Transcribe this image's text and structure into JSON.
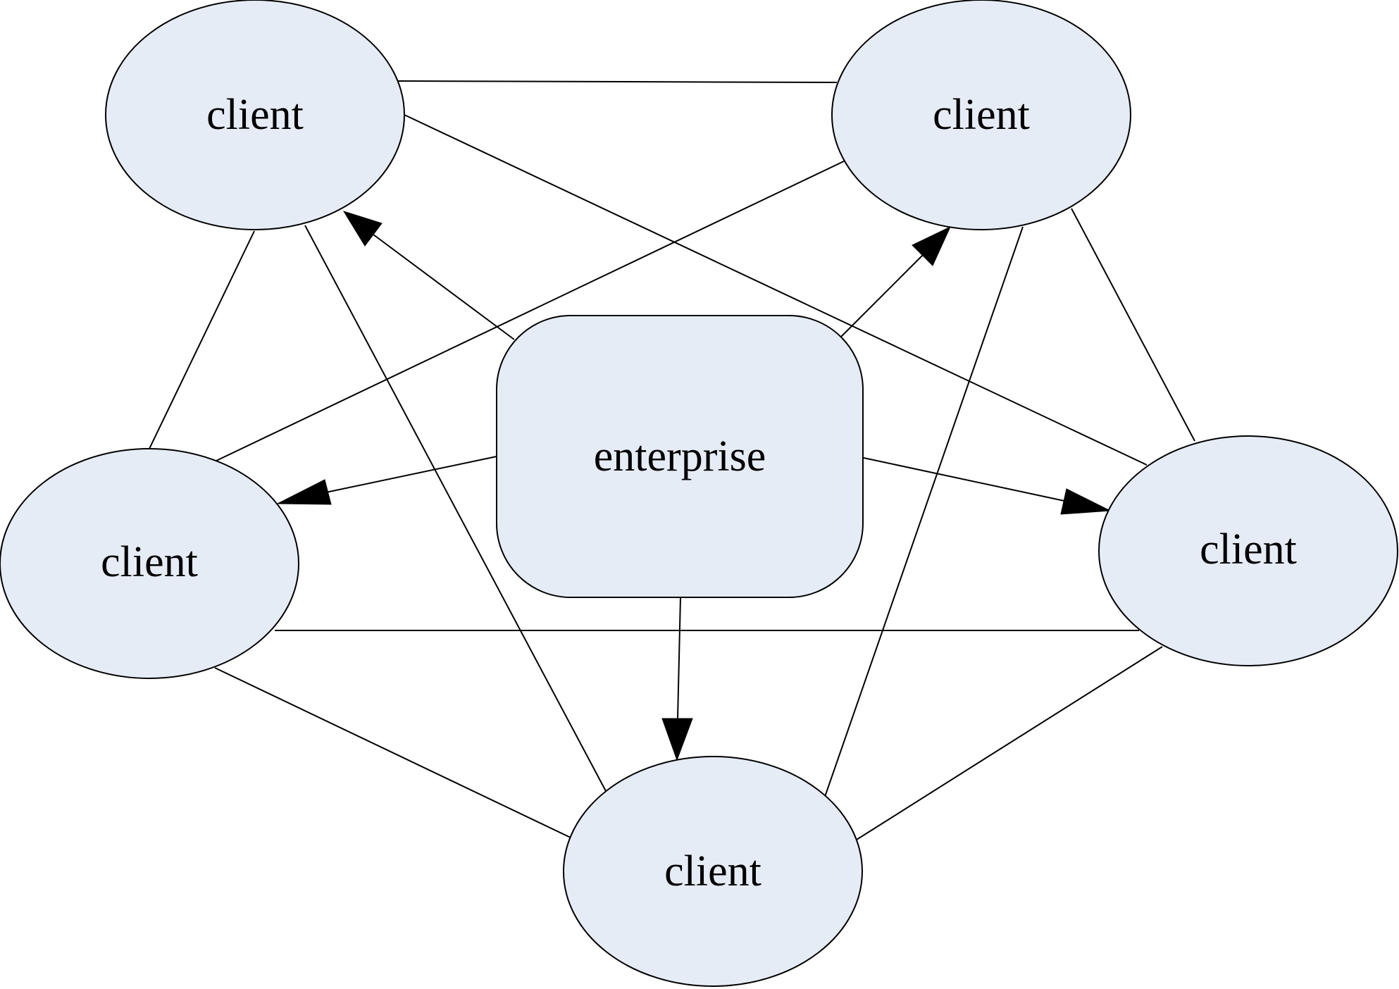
{
  "diagram": {
    "colors": {
      "node_fill": "#e6ecf6",
      "stroke": "#000000",
      "text": "#000000"
    },
    "center": {
      "id": "enterprise",
      "label": "enterprise"
    },
    "nodes": [
      {
        "id": "client-top-left",
        "label": "client"
      },
      {
        "id": "client-top-right",
        "label": "client"
      },
      {
        "id": "client-mid-left",
        "label": "client"
      },
      {
        "id": "client-mid-right",
        "label": "client"
      },
      {
        "id": "client-bottom",
        "label": "client"
      }
    ],
    "edges": [
      {
        "from": "client-top-left",
        "to": "client-top-right",
        "kind": "undirected"
      },
      {
        "from": "client-top-left",
        "to": "client-mid-right",
        "kind": "undirected"
      },
      {
        "from": "client-top-left",
        "to": "client-mid-left",
        "kind": "undirected"
      },
      {
        "from": "client-top-left",
        "to": "client-bottom",
        "kind": "undirected"
      },
      {
        "from": "client-top-right",
        "to": "client-mid-left",
        "kind": "undirected"
      },
      {
        "from": "client-top-right",
        "to": "client-mid-right",
        "kind": "undirected"
      },
      {
        "from": "client-top-right",
        "to": "client-bottom",
        "kind": "undirected"
      },
      {
        "from": "client-mid-left",
        "to": "client-mid-right",
        "kind": "undirected"
      },
      {
        "from": "client-mid-left",
        "to": "client-bottom",
        "kind": "undirected"
      },
      {
        "from": "client-mid-right",
        "to": "client-bottom",
        "kind": "undirected"
      },
      {
        "from": "enterprise",
        "to": "client-top-left",
        "kind": "directed"
      },
      {
        "from": "enterprise",
        "to": "client-top-right",
        "kind": "directed"
      },
      {
        "from": "enterprise",
        "to": "client-mid-left",
        "kind": "directed"
      },
      {
        "from": "enterprise",
        "to": "client-mid-right",
        "kind": "directed"
      },
      {
        "from": "enterprise",
        "to": "client-bottom",
        "kind": "directed"
      }
    ]
  }
}
